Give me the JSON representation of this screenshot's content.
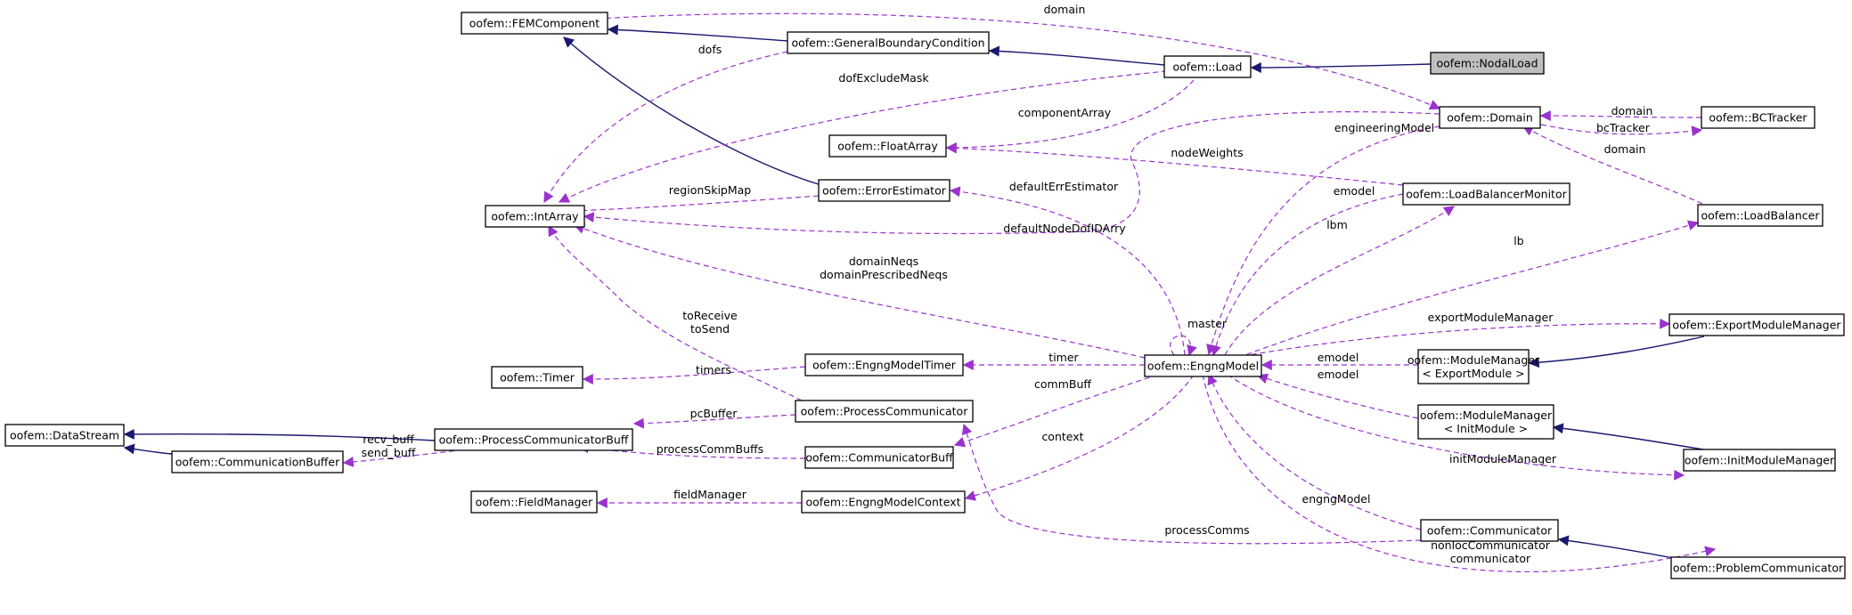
{
  "colors": {
    "inheritance": "#191970",
    "usage": "#9a32cd",
    "highlight_fill": "#bfbfbf",
    "node_fill": "#ffffff"
  },
  "nodes": [
    {
      "id": "femcomponent",
      "lines": [
        "oofem::FEMComponent"
      ]
    },
    {
      "id": "generalbc",
      "lines": [
        "oofem::GeneralBoundaryCondition"
      ]
    },
    {
      "id": "load",
      "lines": [
        "oofem::Load"
      ]
    },
    {
      "id": "nodalload",
      "lines": [
        "oofem::NodalLoad"
      ],
      "highlight": true
    },
    {
      "id": "domain",
      "lines": [
        "oofem::Domain"
      ]
    },
    {
      "id": "bctracker",
      "lines": [
        "oofem::BCTracker"
      ]
    },
    {
      "id": "floatarray",
      "lines": [
        "oofem::FloatArray"
      ]
    },
    {
      "id": "errorestimator",
      "lines": [
        "oofem::ErrorEstimator"
      ]
    },
    {
      "id": "loadbalancermonitor",
      "lines": [
        "oofem::LoadBalancerMonitor"
      ]
    },
    {
      "id": "loadbalancer",
      "lines": [
        "oofem::LoadBalancer"
      ]
    },
    {
      "id": "intarray",
      "lines": [
        "oofem::IntArray"
      ]
    },
    {
      "id": "engngmodel",
      "lines": [
        "oofem::EngngModel"
      ]
    },
    {
      "id": "exportmodulemanager",
      "lines": [
        "oofem::ExportModuleManager"
      ]
    },
    {
      "id": "mm_export",
      "lines": [
        "oofem::ModuleManager",
        "< ExportModule >"
      ]
    },
    {
      "id": "mm_init",
      "lines": [
        "oofem::ModuleManager",
        "< InitModule >"
      ]
    },
    {
      "id": "initmodulemanager",
      "lines": [
        "oofem::InitModuleManager"
      ]
    },
    {
      "id": "timer",
      "lines": [
        "oofem::Timer"
      ]
    },
    {
      "id": "engngmodeltimer",
      "lines": [
        "oofem::EngngModelTimer"
      ]
    },
    {
      "id": "datastream",
      "lines": [
        "oofem::DataStream"
      ]
    },
    {
      "id": "processcommunicatorbuff",
      "lines": [
        "oofem::ProcessCommunicatorBuff"
      ]
    },
    {
      "id": "processcommunicator",
      "lines": [
        "oofem::ProcessCommunicator"
      ]
    },
    {
      "id": "communicationbuffer",
      "lines": [
        "oofem::CommunicationBuffer"
      ]
    },
    {
      "id": "communicatorbuff",
      "lines": [
        "oofem::CommunicatorBuff"
      ]
    },
    {
      "id": "fieldmanager",
      "lines": [
        "oofem::FieldManager"
      ]
    },
    {
      "id": "engngmodelcontext",
      "lines": [
        "oofem::EngngModelContext"
      ]
    },
    {
      "id": "communicator",
      "lines": [
        "oofem::Communicator"
      ]
    },
    {
      "id": "problemcommunicator",
      "lines": [
        "oofem::ProblemCommunicator"
      ]
    }
  ],
  "edge_labels": [
    {
      "id": "domain_femcomponent",
      "lines": [
        "domain"
      ]
    },
    {
      "id": "dofs",
      "lines": [
        "dofs"
      ]
    },
    {
      "id": "dofexcludemask",
      "lines": [
        "dofExcludeMask"
      ]
    },
    {
      "id": "componentarray",
      "lines": [
        "componentArray"
      ]
    },
    {
      "id": "engineeringmodel",
      "lines": [
        "engineeringModel"
      ]
    },
    {
      "id": "domain_bctracker",
      "lines": [
        "domain"
      ]
    },
    {
      "id": "bctracker",
      "lines": [
        "bcTracker"
      ]
    },
    {
      "id": "domain_loadbalancer",
      "lines": [
        "domain"
      ]
    },
    {
      "id": "nodeweights",
      "lines": [
        "nodeWeights"
      ]
    },
    {
      "id": "regionskipmap",
      "lines": [
        "regionSkipMap"
      ]
    },
    {
      "id": "defaulterrestimator",
      "lines": [
        "defaultErrEstimator"
      ]
    },
    {
      "id": "emodel_lbm",
      "lines": [
        "emodel"
      ]
    },
    {
      "id": "lbm",
      "lines": [
        "lbm"
      ]
    },
    {
      "id": "defaultnodedofidarry",
      "lines": [
        "defaultNodeDofIDArry"
      ]
    },
    {
      "id": "lb",
      "lines": [
        "lb"
      ]
    },
    {
      "id": "domainneqs",
      "lines": [
        "domainNeqs",
        "domainPrescribedNeqs"
      ]
    },
    {
      "id": "master",
      "lines": [
        "master"
      ]
    },
    {
      "id": "toreceive",
      "lines": [
        "toReceive",
        "toSend"
      ]
    },
    {
      "id": "exportmodulemanager_lbl",
      "lines": [
        "exportModuleManager"
      ]
    },
    {
      "id": "emodel_export",
      "lines": [
        "emodel"
      ]
    },
    {
      "id": "emodel_init",
      "lines": [
        "emodel"
      ]
    },
    {
      "id": "timers",
      "lines": [
        "timers"
      ]
    },
    {
      "id": "timer_lbl",
      "lines": [
        "timer"
      ]
    },
    {
      "id": "commbuff",
      "lines": [
        "commBuff"
      ]
    },
    {
      "id": "pcbuffer",
      "lines": [
        "pcBuffer"
      ]
    },
    {
      "id": "recvbuff",
      "lines": [
        "recv_buff",
        "send_buff"
      ]
    },
    {
      "id": "processcommbuffs",
      "lines": [
        "processCommBuffs"
      ]
    },
    {
      "id": "context",
      "lines": [
        "context"
      ]
    },
    {
      "id": "initmodulemanager_lbl",
      "lines": [
        "initModuleManager"
      ]
    },
    {
      "id": "fieldmanager_lbl",
      "lines": [
        "fieldManager"
      ]
    },
    {
      "id": "engngmodel_lbl",
      "lines": [
        "engngModel"
      ]
    },
    {
      "id": "processcomms",
      "lines": [
        "processComms"
      ]
    },
    {
      "id": "nonloccommunicator",
      "lines": [
        "nonlocCommunicator",
        "communicator"
      ]
    }
  ]
}
